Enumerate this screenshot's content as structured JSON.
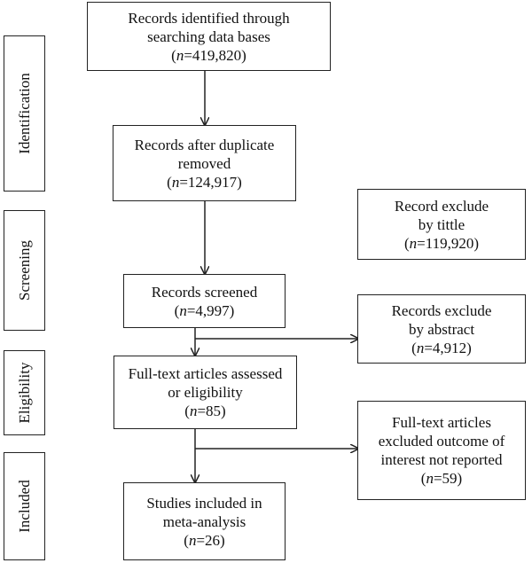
{
  "stages": {
    "identification": "Identification",
    "screening": "Screening",
    "eligibility": "Eligibility",
    "included": "Included"
  },
  "boxes": {
    "identified": {
      "line1": "Records identified through",
      "line2": "searching data bases",
      "n_prefix": "n",
      "n_value": "=419,820"
    },
    "deduplicated": {
      "line1": "Records after duplicate",
      "line2": "removed",
      "n_prefix": "n",
      "n_value": "=124,917"
    },
    "excluded_title": {
      "line1": "Record exclude",
      "line2": "by tittle",
      "n_prefix": "n",
      "n_value": "=119,920"
    },
    "screened": {
      "line1": "Records screened",
      "n_prefix": "n",
      "n_value": "=4,997"
    },
    "excluded_abstract": {
      "line1": "Records exclude",
      "line2": "by abstract",
      "n_prefix": "n",
      "n_value": "=4,912"
    },
    "fulltext_assessed": {
      "line1": "Full-text articles assessed",
      "line2": "or eligibility",
      "n_prefix": "n",
      "n_value": "=85"
    },
    "fulltext_excluded": {
      "line1": "Full-text articles",
      "line2": "excluded outcome of",
      "line3": "interest not reported",
      "n_prefix": "n",
      "n_value": "=59"
    },
    "included_studies": {
      "line1": "Studies included in",
      "line2": "meta-analysis",
      "n_prefix": "n",
      "n_value": "=26"
    }
  }
}
